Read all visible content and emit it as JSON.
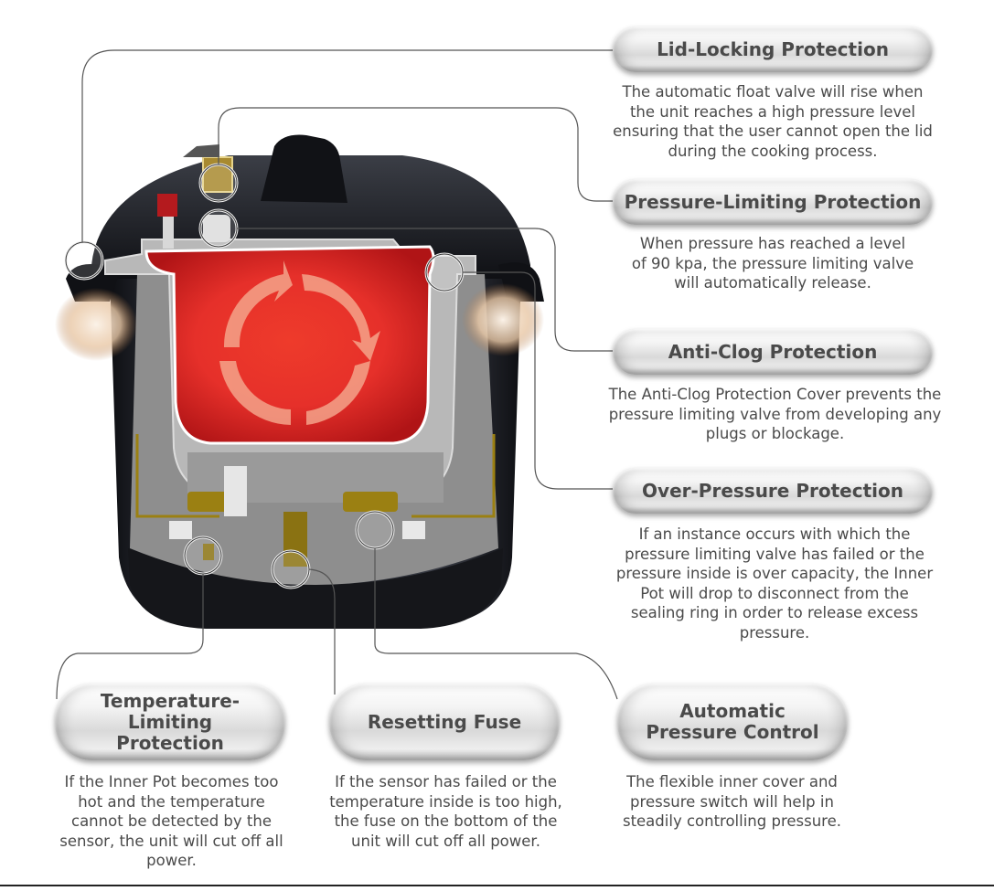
{
  "title": "Pressure Cooker Safety Protection Features",
  "features": [
    {
      "id": "lid-locking",
      "title": "Lid-Locking Protection",
      "description": "The automatic float valve will rise when the unit reaches a high pressure level ensuring that the user cannot open the lid during the cooking process."
    },
    {
      "id": "pressure-limiting",
      "title": "Pressure-Limiting Protection",
      "description": "When pressure has reached a level of 90 kpa, the pressure limiting valve will automatically release."
    },
    {
      "id": "anti-clog",
      "title": "Anti-Clog Protection",
      "description": "The Anti-Clog Protection Cover prevents the pressure limiting valve from developing any plugs or blockage."
    },
    {
      "id": "over-pressure",
      "title": "Over-Pressure Protection",
      "description": "If an instance occurs with which the pressure limiting valve has failed or the pressure inside is over capacity, the Inner Pot will drop to disconnect from the sealing ring in order to release excess pressure."
    },
    {
      "id": "temperature-limiting",
      "title": "Temperature-Limiting Protection",
      "title_lines": [
        "Temperature-",
        "Limiting",
        "Protection"
      ],
      "description": "If the Inner Pot becomes too hot and the temperature cannot be detected by the sensor, the unit will cut off all power."
    },
    {
      "id": "resetting-fuse",
      "title": "Resetting Fuse",
      "description": "If the sensor has failed or the temperature inside is too high, the fuse on the bottom of the unit will cut off all power."
    },
    {
      "id": "automatic-pressure-control",
      "title": "Automatic Pressure Control",
      "title_lines": [
        "Automatic",
        "Pressure Control"
      ],
      "description": "The flexible inner cover and pressure switch will help in steadily controlling pressure."
    }
  ],
  "colors": {
    "inner_pot_red": "#e8302a",
    "cooker_body_black": "#1b1d22",
    "liner_gray": "#a9a9a9",
    "heater_gold": "#9b8012",
    "leader_line": "#555555",
    "text": "#4a4a4a"
  }
}
